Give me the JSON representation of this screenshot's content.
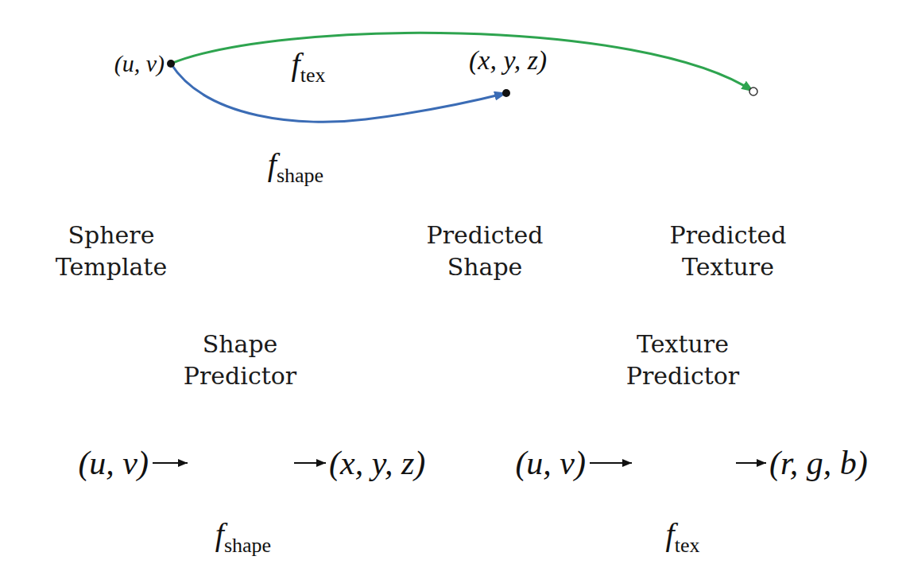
{
  "diagram": {
    "nodes": [
      {
        "text": [
          "(u, v)",
          "Sphere Template"
        ]
      },
      {
        "text": [
          "(x, y, z)",
          "Predicted Shape"
        ]
      },
      {
        "text": [
          "(r, g; b)",
          "Predicted Texture"
        ]
      },
      {
        "text": [
          "Shape Predictor",
          "fshape"
        ]
      },
      {
        "text": [
          "Texture Predictor",
          "ftex"
        ]
      }
    ],
    "edges": [
      {
        "from": 0,
        "to": 1,
        "arrow": "to",
        "label": "fshape"
      },
      {
        "from": 0,
        "to": 2,
        "arrow": "to",
        "label": "ftex"
      }
    ],
    "labels": [
      "(u, v)",
      "(x, y, z)",
      "(u, v)",
      "(r, g, b)"
    ]
  }
}
